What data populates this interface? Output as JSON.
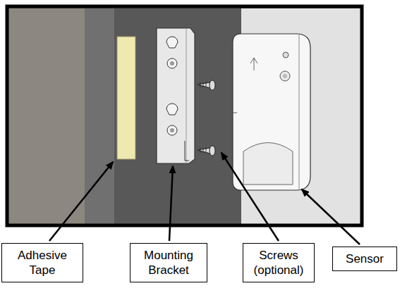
{
  "diagram": {
    "nodes": [
      {
        "text": [
          "Adhesive Tape"
        ]
      },
      {
        "text": [
          "Mounting Bracket"
        ]
      },
      {
        "text": [
          "Screws (optional)"
        ]
      },
      {
        "text": [
          "Sensor"
        ]
      }
    ]
  }
}
